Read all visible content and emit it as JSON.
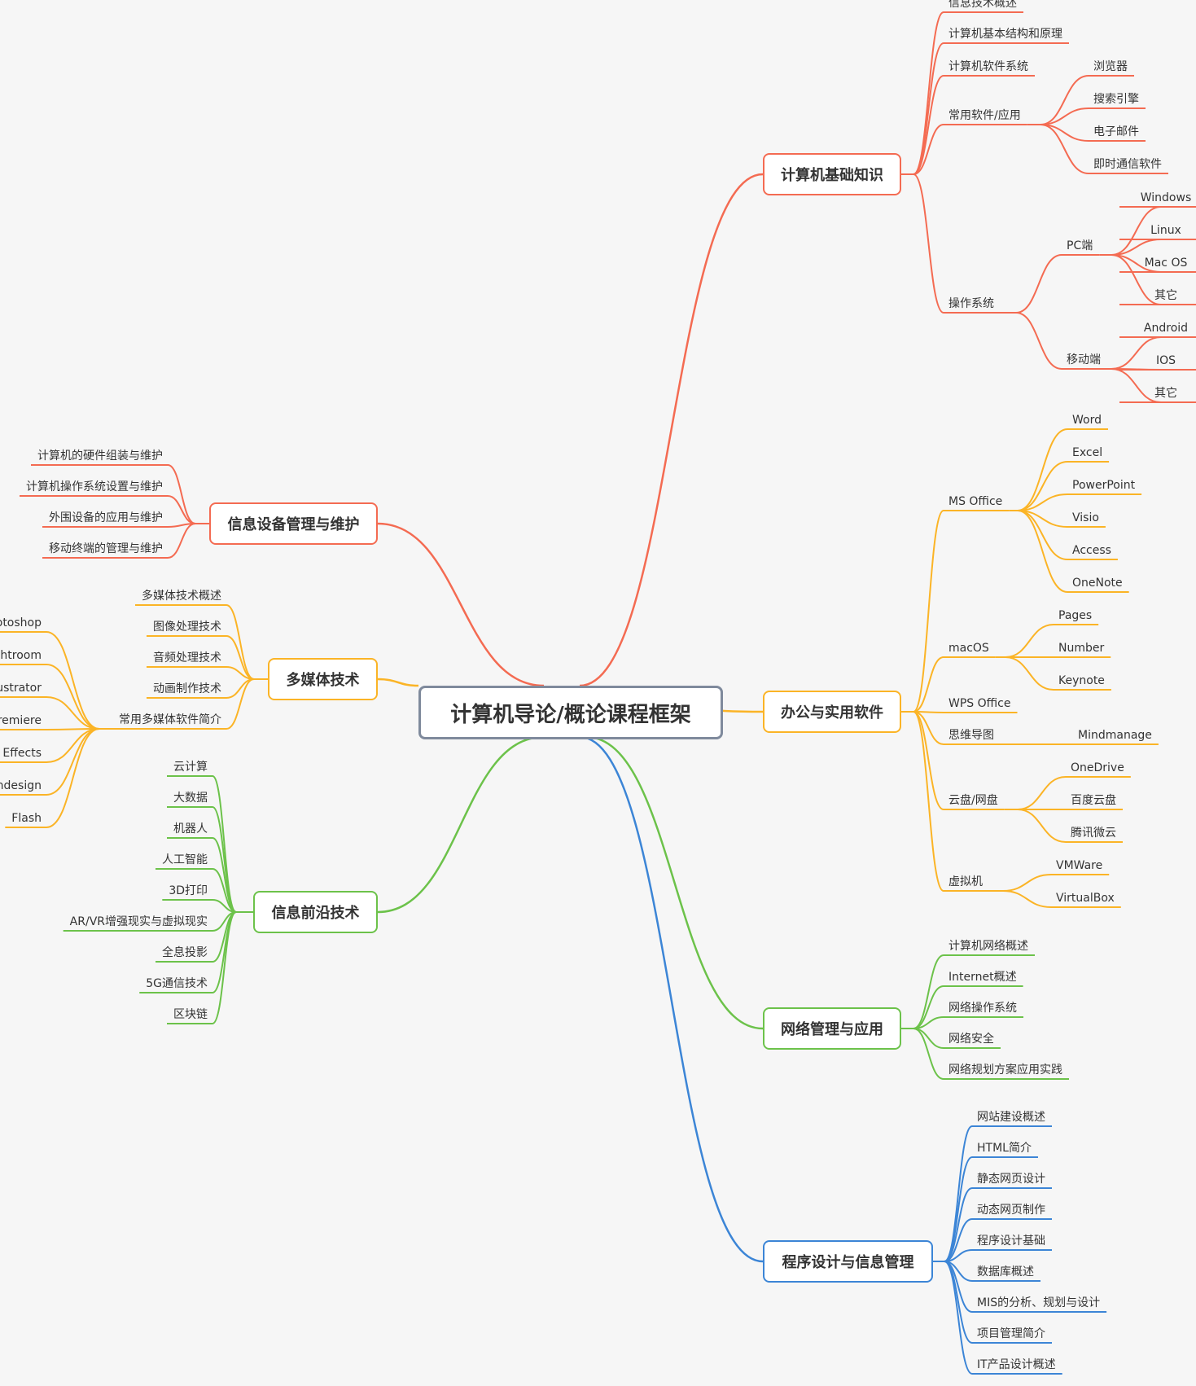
{
  "root": {
    "label": "计算机导论/概论课程框架",
    "color": "#7f8a9c"
  },
  "branches": [
    {
      "id": "cs-basics",
      "label": "计算机基础知识",
      "color": "#f46b52",
      "children": [
        {
          "label": "信息技术概述"
        },
        {
          "label": "计算机基本结构和原理"
        },
        {
          "label": "计算机软件系统"
        },
        {
          "label": "常用软件/应用",
          "children": [
            {
              "label": "浏览器"
            },
            {
              "label": "搜索引擎"
            },
            {
              "label": "电子邮件"
            },
            {
              "label": "即时通信软件"
            }
          ]
        },
        {
          "label": "操作系统",
          "children": [
            {
              "label": "PC端",
              "children": [
                {
                  "label": "Windows"
                },
                {
                  "label": "Linux"
                },
                {
                  "label": "Mac OS"
                },
                {
                  "label": "其它"
                }
              ]
            },
            {
              "label": "移动端",
              "children": [
                {
                  "label": "Android"
                },
                {
                  "label": "IOS"
                },
                {
                  "label": "其它"
                }
              ]
            }
          ]
        }
      ]
    },
    {
      "id": "office",
      "label": "办公与实用软件",
      "color": "#fbb426",
      "children": [
        {
          "label": "MS Office",
          "children": [
            {
              "label": "Word"
            },
            {
              "label": "Excel"
            },
            {
              "label": "PowerPoint"
            },
            {
              "label": "Visio"
            },
            {
              "label": "Access"
            },
            {
              "label": "OneNote"
            }
          ]
        },
        {
          "label": "macOS",
          "children": [
            {
              "label": "Pages"
            },
            {
              "label": "Number"
            },
            {
              "label": "Keynote"
            }
          ]
        },
        {
          "label": "WPS Office"
        },
        {
          "label": "思维导图",
          "children": [
            {
              "label": "Mindmanage"
            }
          ]
        },
        {
          "label": "云盘/网盘",
          "children": [
            {
              "label": "OneDrive"
            },
            {
              "label": "百度云盘"
            },
            {
              "label": "腾讯微云"
            }
          ]
        },
        {
          "label": "虚拟机",
          "children": [
            {
              "label": "VMWare"
            },
            {
              "label": "VirtualBox"
            }
          ]
        }
      ]
    },
    {
      "id": "network",
      "label": "网络管理与应用",
      "color": "#6cc24a",
      "children": [
        {
          "label": "计算机网络概述"
        },
        {
          "label": "Internet概述"
        },
        {
          "label": "网络操作系统"
        },
        {
          "label": "网络安全"
        },
        {
          "label": "网络规划方案应用实践"
        }
      ]
    },
    {
      "id": "programming",
      "label": "程序设计与信息管理",
      "color": "#3c85d6",
      "children": [
        {
          "label": "网站建设概述"
        },
        {
          "label": "HTML简介"
        },
        {
          "label": "静态网页设计"
        },
        {
          "label": "动态网页制作"
        },
        {
          "label": "程序设计基础"
        },
        {
          "label": "数据库概述"
        },
        {
          "label": "MIS的分析、规划与设计"
        },
        {
          "label": "项目管理简介"
        },
        {
          "label": "IT产品设计概述"
        }
      ]
    },
    {
      "id": "devices",
      "label": "信息设备管理与维护",
      "color": "#f46b52",
      "children": [
        {
          "label": "计算机的硬件组装与维护"
        },
        {
          "label": "计算机操作系统设置与维护"
        },
        {
          "label": "外围设备的应用与维护"
        },
        {
          "label": "移动终端的管理与维护"
        }
      ]
    },
    {
      "id": "multimedia",
      "label": "多媒体技术",
      "color": "#fbb426",
      "children": [
        {
          "label": "多媒体技术概述"
        },
        {
          "label": "图像处理技术"
        },
        {
          "label": "音频处理技术"
        },
        {
          "label": "动画制作技术"
        },
        {
          "label": "常用多媒体软件简介",
          "children": [
            {
              "label": "Photoshop"
            },
            {
              "label": "Lightroom"
            },
            {
              "label": "Illustrator"
            },
            {
              "label": "Premiere"
            },
            {
              "label": "After Effects"
            },
            {
              "label": "Indesign"
            },
            {
              "label": "Flash"
            }
          ]
        }
      ]
    },
    {
      "id": "frontier",
      "label": "信息前沿技术",
      "color": "#6cc24a",
      "children": [
        {
          "label": "云计算"
        },
        {
          "label": "大数据"
        },
        {
          "label": "机器人"
        },
        {
          "label": "人工智能"
        },
        {
          "label": "3D打印"
        },
        {
          "label": "AR/VR增强现实与虚拟现实"
        },
        {
          "label": "全息投影"
        },
        {
          "label": "5G通信技术"
        },
        {
          "label": "区块链"
        }
      ]
    }
  ]
}
